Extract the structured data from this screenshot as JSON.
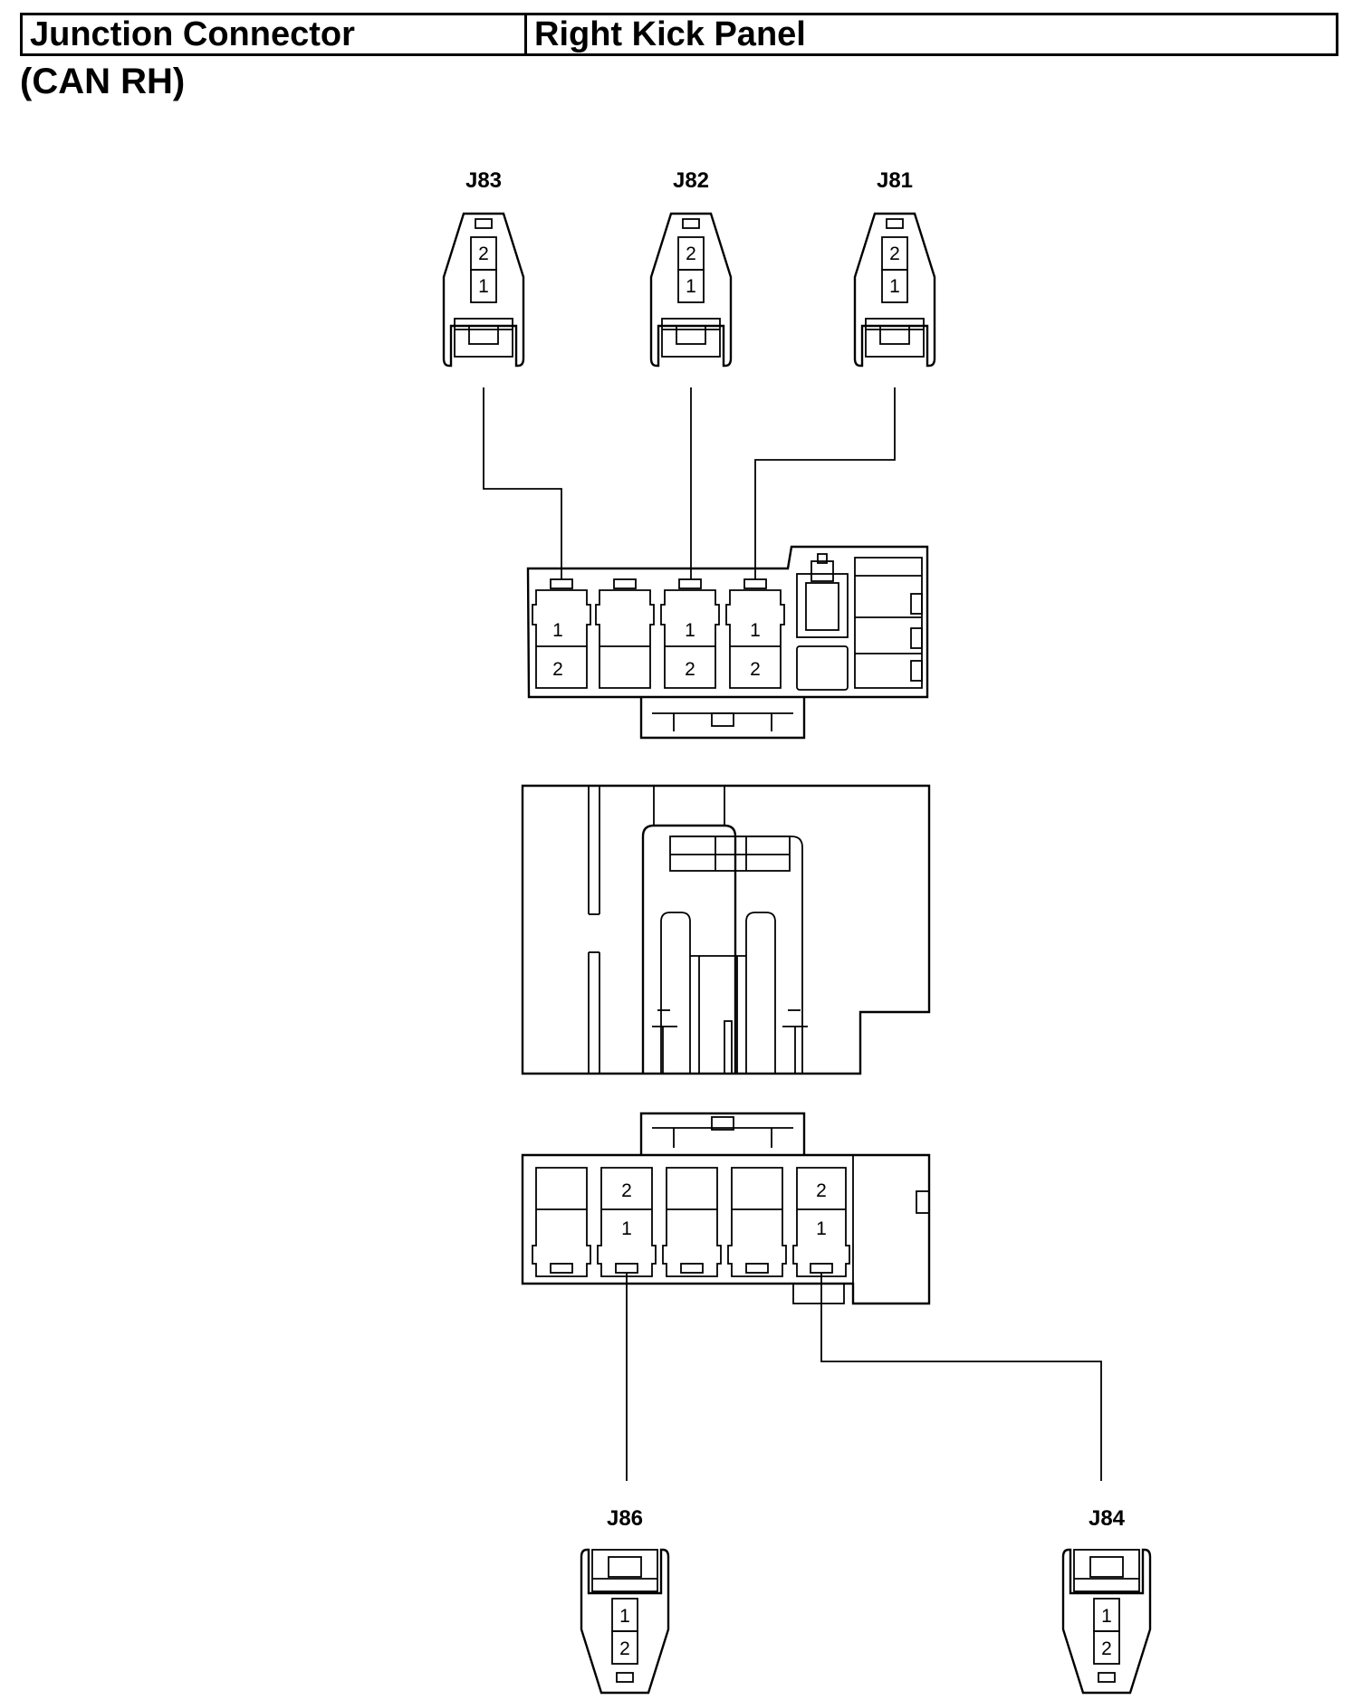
{
  "header": {
    "left": "Junction Connector",
    "right": "Right Kick Panel",
    "subtitle": "(CAN RH)"
  },
  "connectors": {
    "top": [
      {
        "id": "J83",
        "pins": [
          "2",
          "1"
        ]
      },
      {
        "id": "J82",
        "pins": [
          "2",
          "1"
        ]
      },
      {
        "id": "J81",
        "pins": [
          "2",
          "1"
        ]
      }
    ],
    "bottom": [
      {
        "id": "J86",
        "pins": [
          "1",
          "2"
        ]
      },
      {
        "id": "J84",
        "pins": [
          "1",
          "2"
        ]
      }
    ]
  },
  "upper_block": {
    "cavities": [
      {
        "top": "1",
        "bottom": "2"
      },
      {
        "top": "",
        "bottom": ""
      },
      {
        "top": "1",
        "bottom": "2"
      },
      {
        "top": "1",
        "bottom": "2"
      }
    ]
  },
  "lower_block": {
    "cavities": [
      {
        "top": "",
        "bottom": ""
      },
      {
        "top": "2",
        "bottom": "1"
      },
      {
        "top": "",
        "bottom": ""
      },
      {
        "top": "",
        "bottom": ""
      },
      {
        "top": "2",
        "bottom": "1"
      }
    ]
  }
}
